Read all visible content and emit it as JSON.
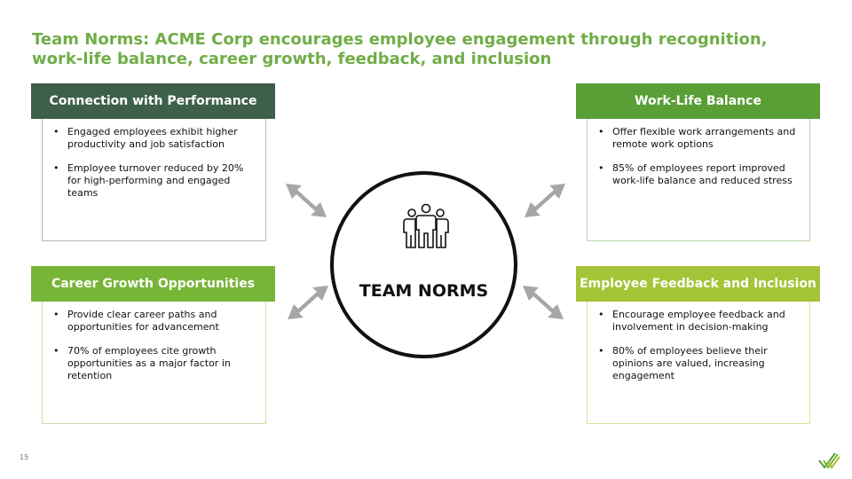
{
  "title": "Team Norms: ACME Corp encourages employee engagement through recognition, work-life balance, career growth, feedback, and inclusion",
  "center": {
    "label": "TEAM NORMS",
    "icon": "team-people-icon"
  },
  "cards": [
    {
      "heading": "Connection with Performance",
      "color": "#3e5f4a",
      "border": "#b7b7b7",
      "bullets": [
        "Engaged employees exhibit higher productivity and job satisfaction",
        "Employee turnover reduced by 20% for high-performing and engaged teams"
      ]
    },
    {
      "heading": "Work-Life Balance",
      "color": "#5a9e36",
      "border": "#b9d8a6",
      "bullets": [
        "Offer flexible work arrangements and remote work options",
        "85% of employees report improved work-life balance and reduced stress"
      ]
    },
    {
      "heading": "Career Growth Opportunities",
      "color": "#77b537",
      "border": "#c9dfa9",
      "bullets": [
        "Provide clear career paths and opportunities for advancement",
        "70% of employees cite growth opportunities as a major factor in retention"
      ]
    },
    {
      "heading": "Employee Feedback and Inclusion",
      "color": "#a4c437",
      "border": "#d4e59c",
      "bullets": [
        "Encourage employee feedback and involvement in decision-making",
        "80% of employees believe their opinions are valued, increasing engagement"
      ]
    }
  ],
  "footer": {
    "page_number": "15",
    "logo_icon": "brand-checkmark-icon"
  },
  "arrow_color": "#a6a6a6"
}
